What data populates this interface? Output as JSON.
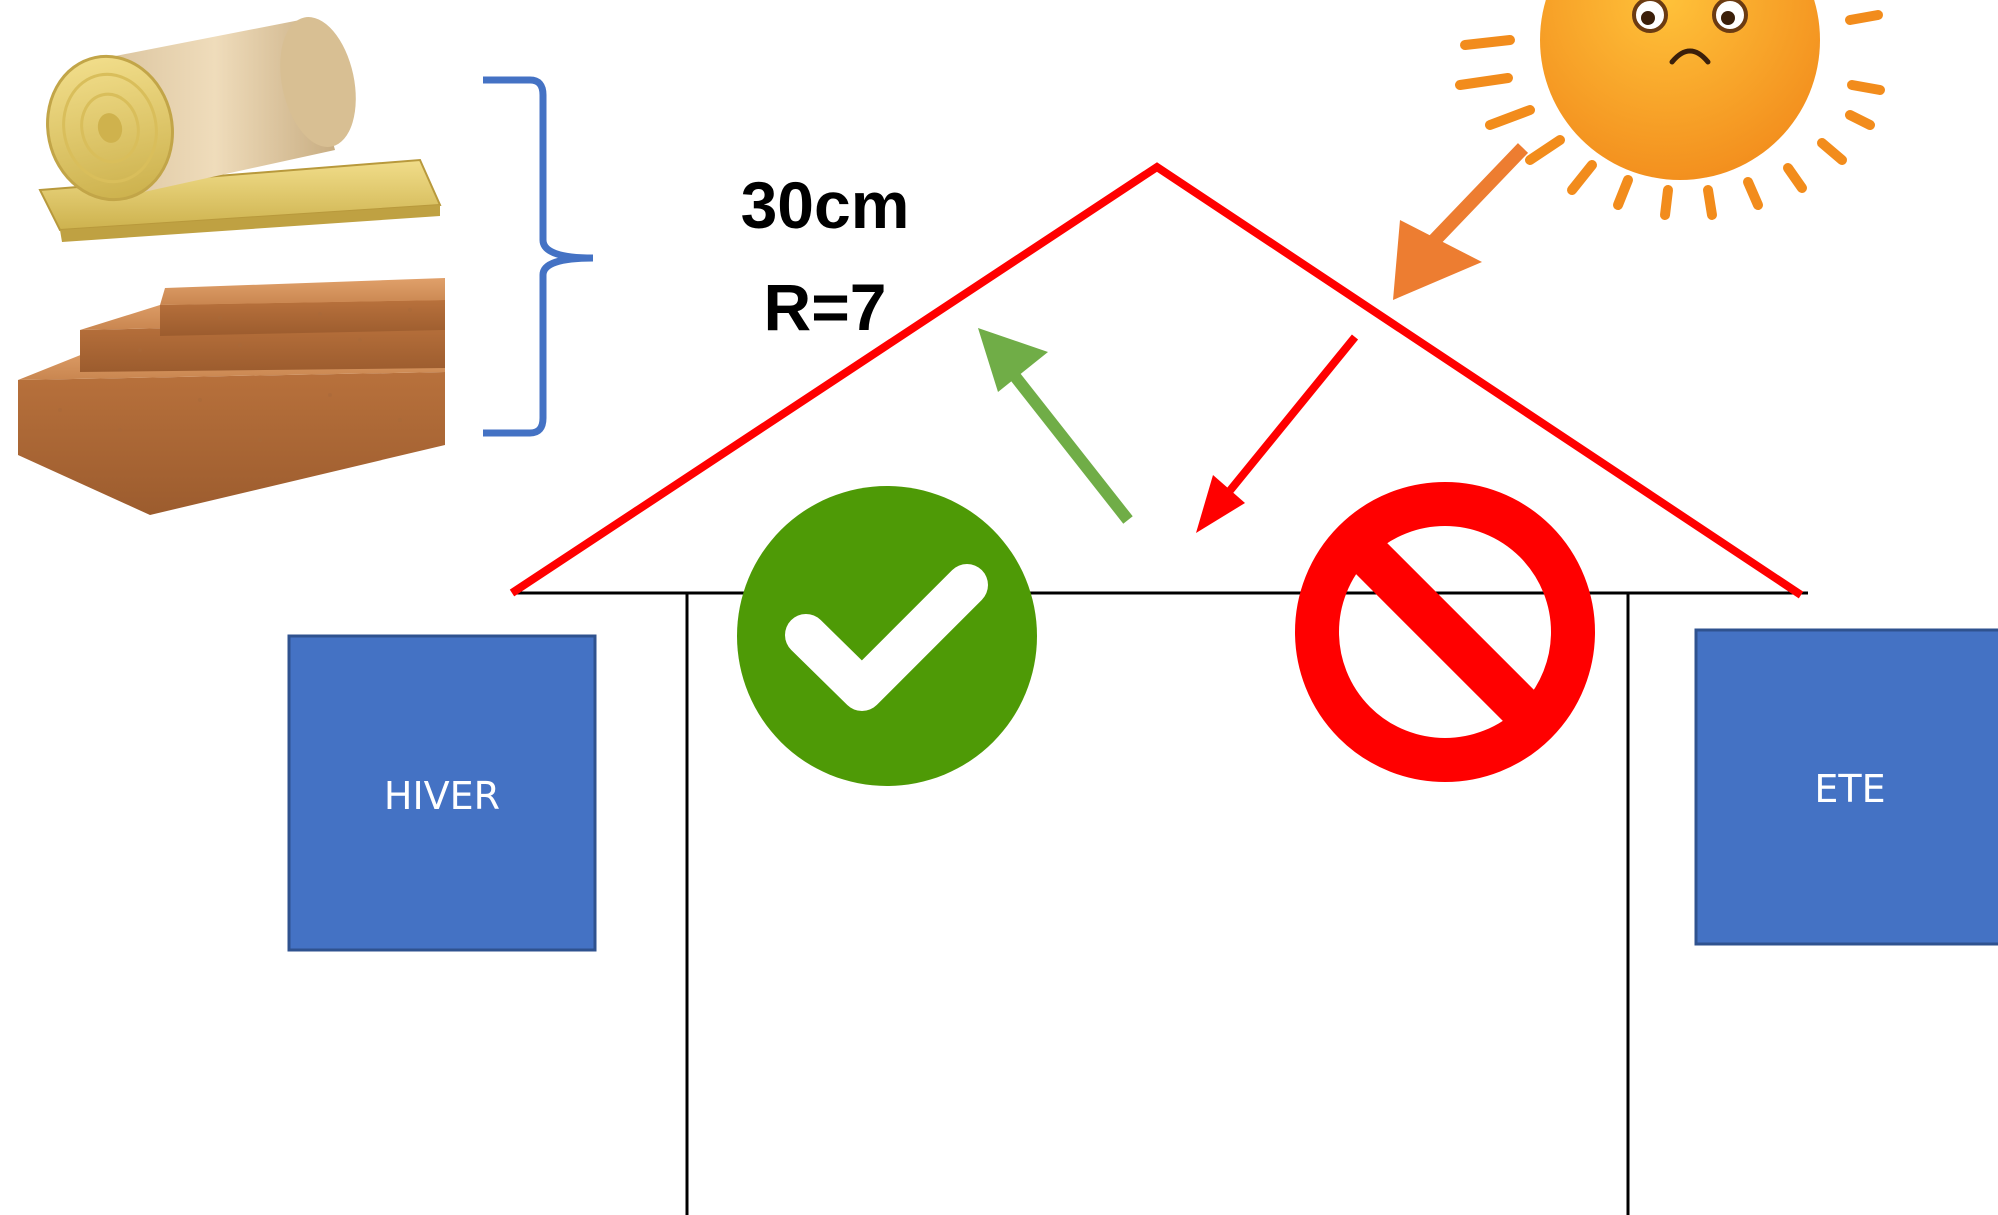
{
  "insulation": {
    "thickness": "30cm",
    "resistance": "R=7"
  },
  "seasons": {
    "winter": "HIVER",
    "summer": "ETE"
  },
  "colors": {
    "roof": "#ff0000",
    "brace": "#4472c4",
    "season_box": "#4472c4",
    "season_box_border": "#2f528f",
    "heat_arrow_winter": "#70ad47",
    "heat_arrow_summer": "#ff0000",
    "sun_arrow": "#ed7d31",
    "check_badge": "#4e9a06",
    "prohibited": "#ff0000",
    "sun": "#f5a623",
    "house_outline": "#000000",
    "wool_yellow": "#e6cf6d",
    "fiberboard": "#c8844e"
  },
  "icons": {
    "glass_wool_roll": "glass-wool-roll-icon",
    "wood_fiber_panels": "wood-fiber-panels-icon",
    "sun": "sad-sun-icon",
    "check": "check-icon",
    "prohibited": "prohibited-icon"
  }
}
